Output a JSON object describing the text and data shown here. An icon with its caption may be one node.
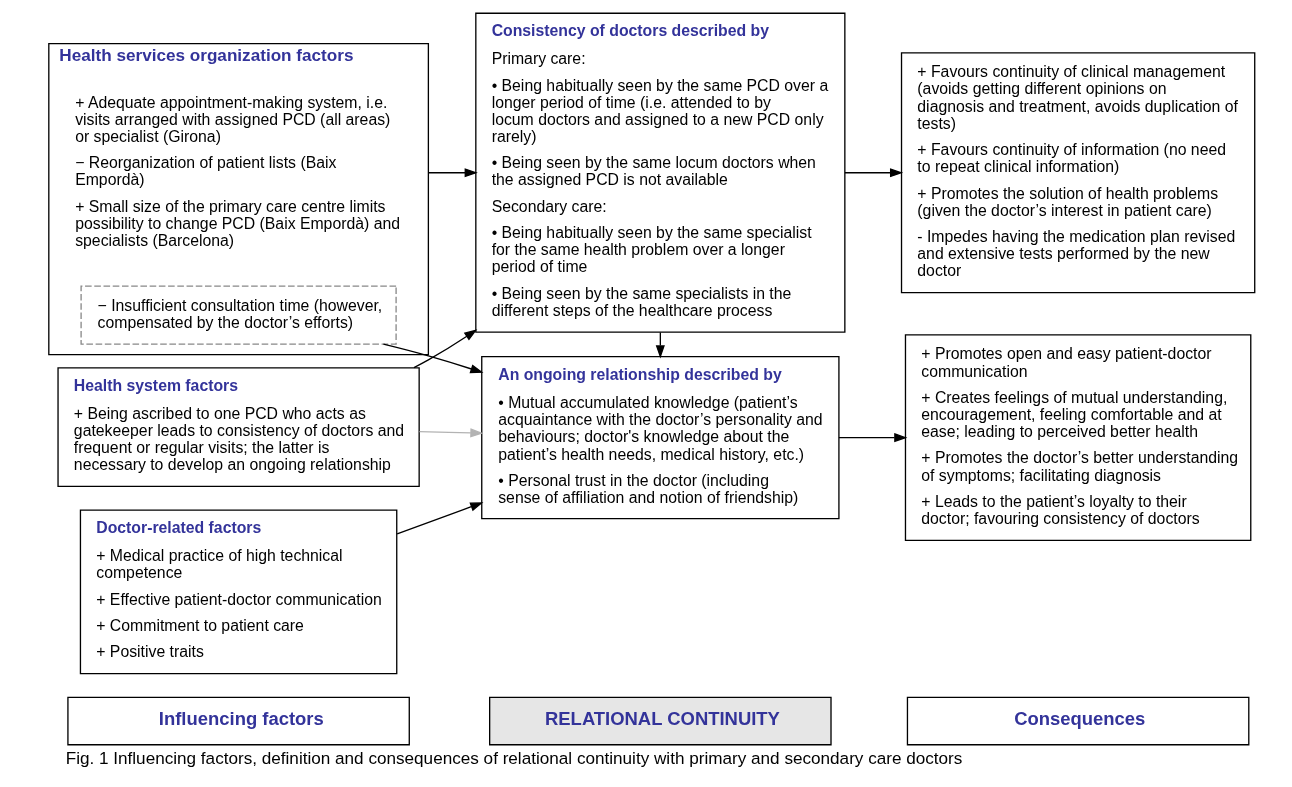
{
  "diagram": {
    "caption": "Fig. 1 Influencing factors, definition and consequences of relational continuity with primary and secondary care doctors",
    "nodes": [
      {
        "text": [
          "Influencing factors"
        ]
      },
      {
        "text": [
          "RELATIONAL CONTINUITY"
        ]
      },
      {
        "text": [
          "Consequences"
        ]
      },
      {
        "text": [
          "Health system factors",
          "+ Being ascribed to one PCD who acts as gatekeeper leads to consistency of doctors and frequent or regular visits; the latter is necessary to develop an ongoing relationship"
        ]
      },
      {
        "text": [
          "Health services organization factors",
          "+ Adequate appointment-making system, i.e. visits arranged with assigned PCD (all areas) or specialist (Girona)",
          "− Reorganization of patient lists (Baix Empordà)",
          "+ Small size of the primary care centre limits possibility to change PCD (Baix Empordà) and specialists (Barcelona)"
        ]
      },
      {
        "text": [
          "− Insufficient consultation time (however, compensated by the doctor’s efforts)"
        ],
        "in": 4
      },
      {
        "text": [
          "Doctor-related factors",
          "+ Medical practice of high technical competence",
          "+ Effective patient-doctor communication",
          "+ Commitment to patient care",
          "+ Positive traits"
        ]
      },
      {
        "text": [
          "Consistency of doctors described by",
          "Primary care:",
          "• Being habitually seen by the same PCD over a longer period of time (i.e. attended to by locum doctors and assigned to a new PCD only rarely)",
          "• Being seen by the same locum doctors when the assigned PCD is not available",
          "Secondary care:",
          "• Being habitually seen by the same specialist for the same health problem over a longer period of time",
          "• Being seen by the same specialists in the different steps of the healthcare process"
        ]
      },
      {
        "text": [
          "An ongoing relationship described by",
          "• Mutual accumulated knowledge (patient’s acquaintance with the doctor’s personality and behaviours; doctor's knowledge about the patient’s health needs, medical history, etc.)",
          "• Personal trust in the doctor (including sense of affiliation and notion of friendship)"
        ]
      },
      {
        "text": [
          "+ Favours continuity of clinical management (avoids getting different opinions on diagnosis and treatment, avoids duplication of tests)",
          "+ Favours continuity of information (no need to repeat clinical information)",
          "+ Promotes the solution of health problems (given the doctor’s interest in patient care)",
          "- Impedes having the medication plan revised and extensive tests performed by the new doctor"
        ]
      },
      {
        "text": [
          "+ Promotes open and easy patient-doctor communication",
          "+ Creates feelings of mutual understanding, encouragement, feeling comfortable and at ease; leading to perceived better health",
          "+ Promotes the doctor’s better understanding of symptoms; facilitating diagnosis",
          "+ Leads to the patient’s loyalty to their doctor; favouring consistency of doctors"
        ]
      }
    ],
    "edges": [
      {
        "from": 3,
        "to": 7,
        "arrow": "to"
      },
      {
        "from": 4,
        "to": 7,
        "arrow": "to"
      },
      {
        "from": 5,
        "to": 8,
        "arrow": "to"
      },
      {
        "from": 6,
        "to": 8,
        "arrow": "to"
      },
      {
        "from": 7,
        "to": 8,
        "arrow": "to"
      },
      {
        "from": 7,
        "to": 9,
        "arrow": "to"
      },
      {
        "from": 8,
        "to": 10,
        "arrow": "to"
      },
      {
        "from": 3,
        "to": 8,
        "arrow": "to",
        "color": "#b3b3b3"
      }
    ]
  }
}
